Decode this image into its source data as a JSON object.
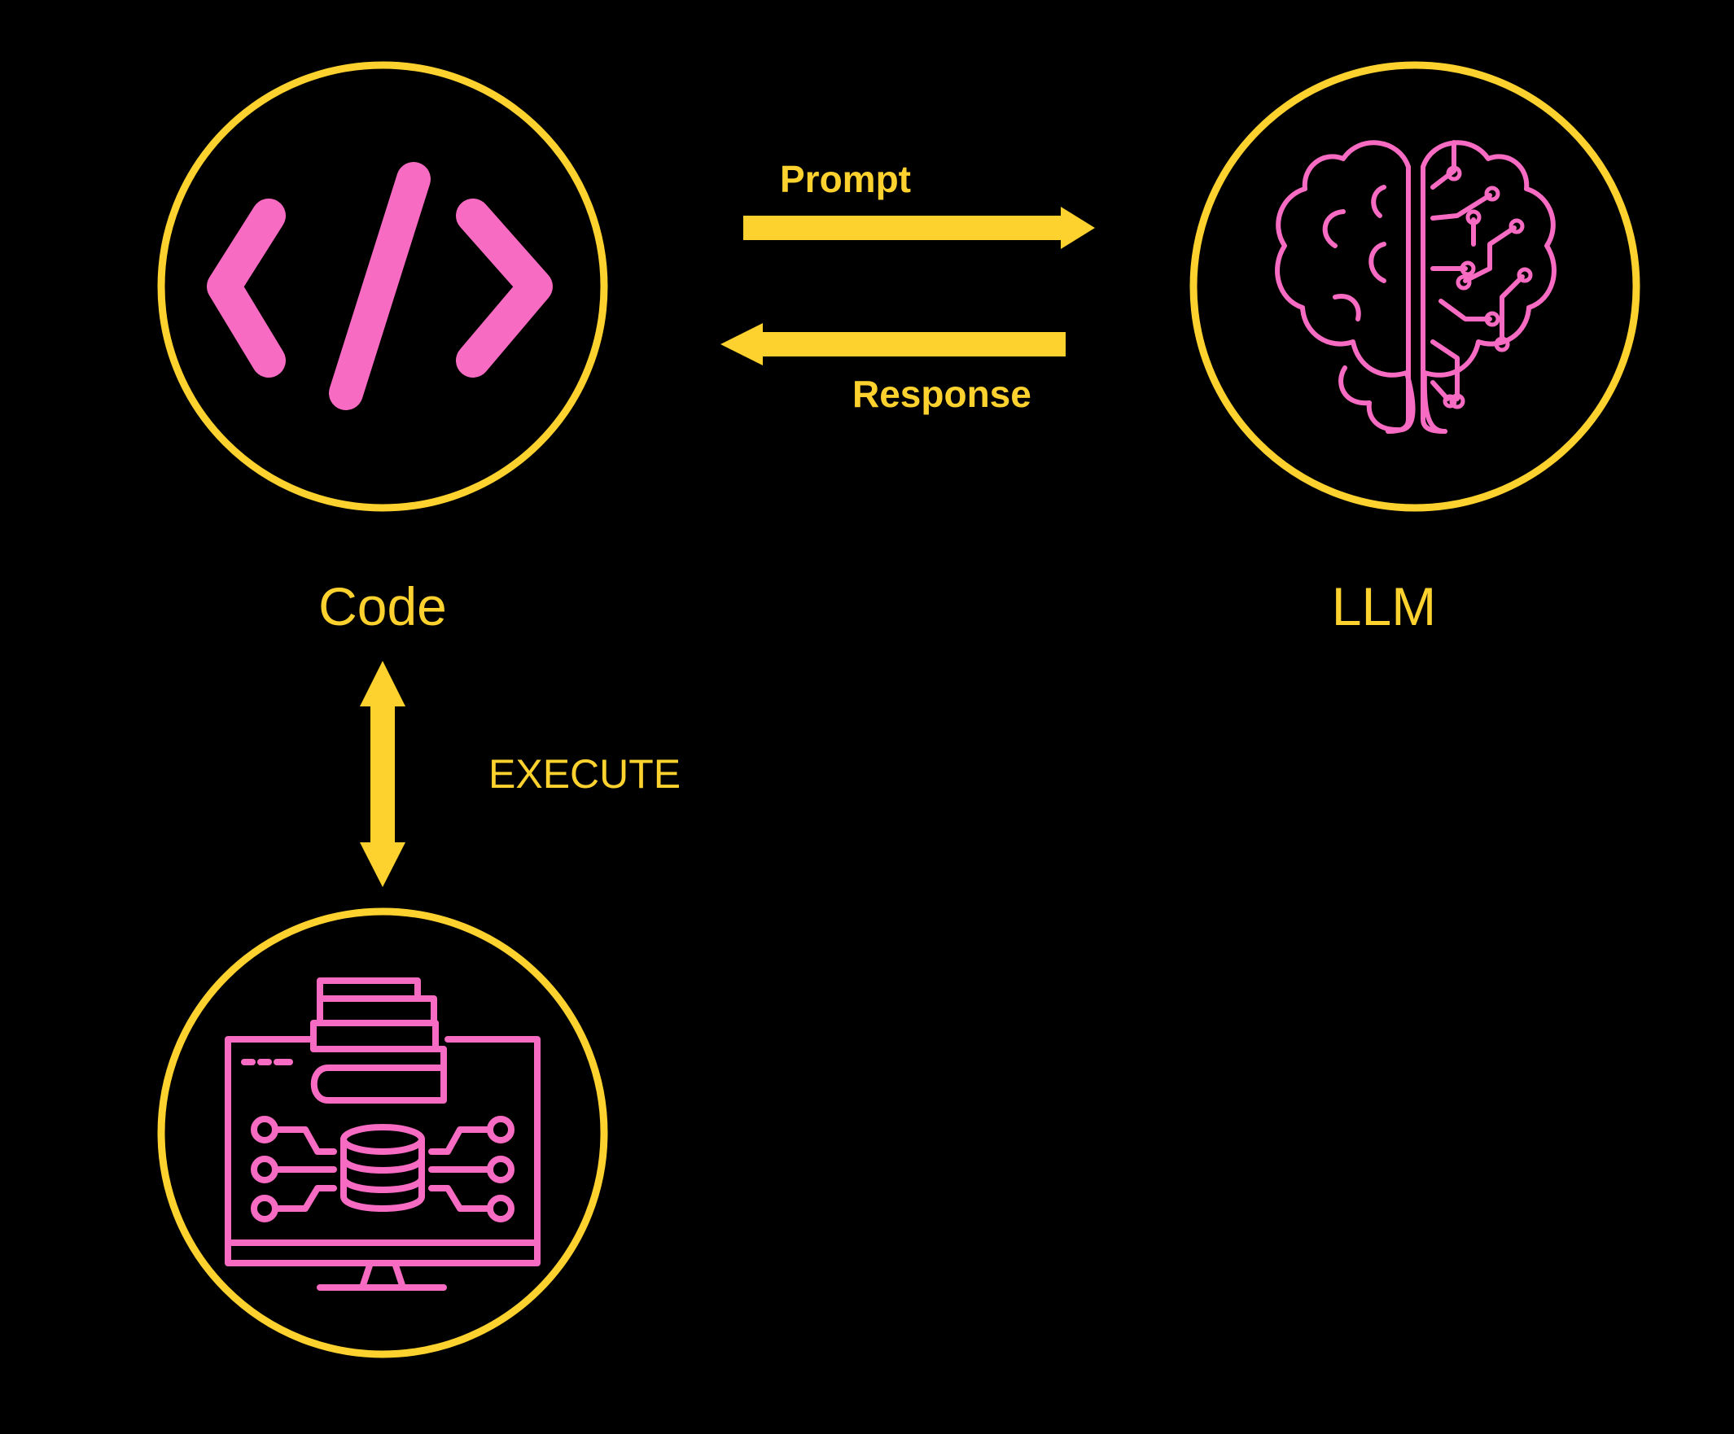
{
  "colors": {
    "background": "#000000",
    "accent_yellow": "#FDD22E",
    "icon_pink": "#F76BC3"
  },
  "nodes": {
    "code": {
      "label": "Code",
      "icon": "code-brackets-icon"
    },
    "llm": {
      "label": "LLM",
      "icon": "ai-brain-icon"
    },
    "server": {
      "icon": "computer-database-server-icon"
    }
  },
  "edges": {
    "prompt": {
      "label": "Prompt",
      "from": "code",
      "to": "llm"
    },
    "response": {
      "label": "Response",
      "from": "llm",
      "to": "code"
    },
    "execute": {
      "label": "EXECUTE",
      "between": [
        "code",
        "server"
      ]
    }
  }
}
